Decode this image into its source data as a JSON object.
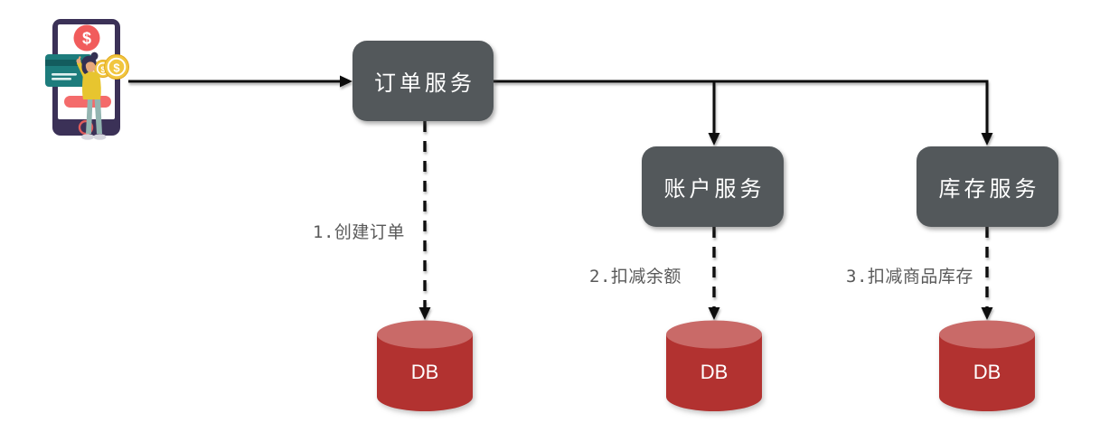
{
  "diagram": {
    "nodes": {
      "order_service": {
        "label": "订单服务"
      },
      "account_service": {
        "label": "账户服务"
      },
      "inventory_service": {
        "label": "库存服务"
      },
      "order_db": {
        "label": "DB"
      },
      "account_db": {
        "label": "DB"
      },
      "inventory_db": {
        "label": "DB"
      }
    },
    "edge_labels": {
      "create_order": "1.创建订单",
      "deduct_balance": "2.扣减余额",
      "deduct_inventory": "3.扣减商品库存"
    },
    "illustration": {
      "name": "customer-paying-on-phone",
      "currency_symbol": "$"
    },
    "colors": {
      "background": "#ffffff",
      "connector": "#0d0d0d",
      "service_node_fill": "#53585b",
      "service_node_text": "#ffffff",
      "db_body": "#b23230",
      "db_top": "#c96a68",
      "db_text": "#ffffff",
      "edge_label_text": "#595959",
      "phone_frame": "#3b3157",
      "accent_red": "#f15c5c",
      "card_teal": "#1d7c7c",
      "coin_gold": "#f1c63f"
    }
  }
}
